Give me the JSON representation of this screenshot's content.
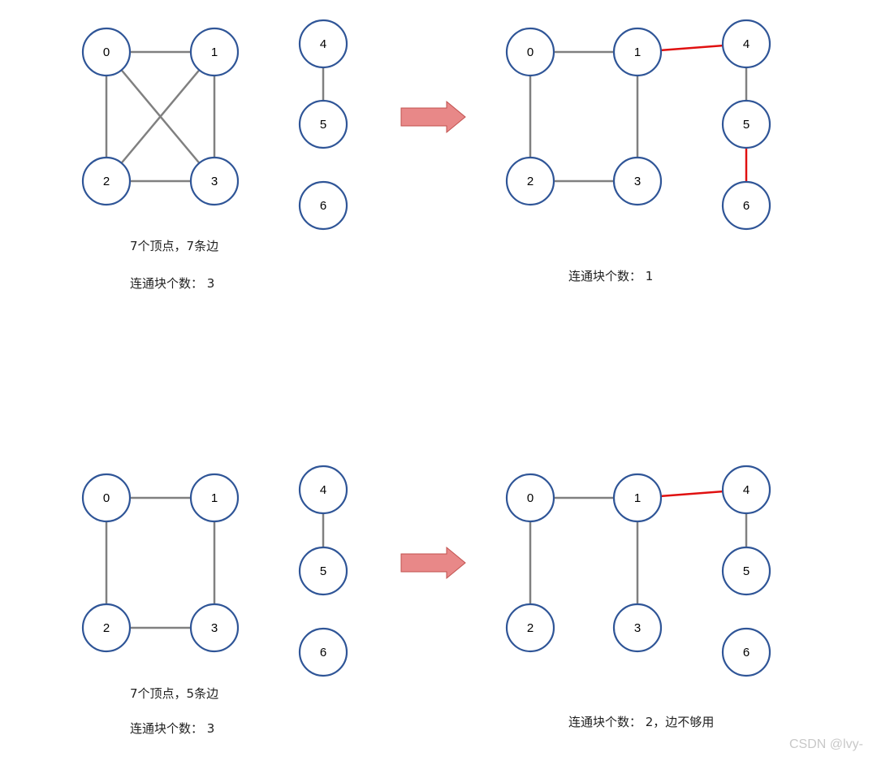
{
  "colors": {
    "node_stroke": "#2f5597",
    "edge_default": "#808080",
    "edge_added": "#e01010",
    "arrow_fill": "#e88888",
    "arrow_stroke": "#c0504d"
  },
  "panels": [
    {
      "id": "top-before",
      "nodes": [
        "0",
        "1",
        "2",
        "3",
        "4",
        "5",
        "6"
      ],
      "edges": [
        [
          "0",
          "1",
          "default"
        ],
        [
          "0",
          "2",
          "default"
        ],
        [
          "0",
          "3",
          "default"
        ],
        [
          "1",
          "2",
          "default"
        ],
        [
          "1",
          "3",
          "default"
        ],
        [
          "2",
          "3",
          "default"
        ],
        [
          "4",
          "5",
          "default"
        ]
      ]
    },
    {
      "id": "top-after",
      "nodes": [
        "0",
        "1",
        "2",
        "3",
        "4",
        "5",
        "6"
      ],
      "edges": [
        [
          "0",
          "1",
          "default"
        ],
        [
          "0",
          "2",
          "default"
        ],
        [
          "1",
          "3",
          "default"
        ],
        [
          "2",
          "3",
          "default"
        ],
        [
          "1",
          "4",
          "added"
        ],
        [
          "4",
          "5",
          "default"
        ],
        [
          "5",
          "6",
          "added"
        ]
      ]
    },
    {
      "id": "bottom-before",
      "nodes": [
        "0",
        "1",
        "2",
        "3",
        "4",
        "5",
        "6"
      ],
      "edges": [
        [
          "0",
          "1",
          "default"
        ],
        [
          "0",
          "2",
          "default"
        ],
        [
          "1",
          "3",
          "default"
        ],
        [
          "2",
          "3",
          "default"
        ],
        [
          "4",
          "5",
          "default"
        ]
      ]
    },
    {
      "id": "bottom-after",
      "nodes": [
        "0",
        "1",
        "2",
        "3",
        "4",
        "5",
        "6"
      ],
      "edges": [
        [
          "0",
          "1",
          "default"
        ],
        [
          "0",
          "2",
          "default"
        ],
        [
          "1",
          "3",
          "default"
        ],
        [
          "1",
          "4",
          "added"
        ],
        [
          "4",
          "5",
          "default"
        ]
      ]
    }
  ],
  "captions": {
    "top_before_line1": "7个顶点，7条边",
    "top_before_line2": "连通块个数： 3",
    "top_after_line1": "连通块个数： 1",
    "bottom_before_line1": "7个顶点，5条边",
    "bottom_before_line2": "连通块个数： 3",
    "bottom_after_line1": "连通块个数： 2，边不够用"
  },
  "watermark": "CSDN @lvy-"
}
